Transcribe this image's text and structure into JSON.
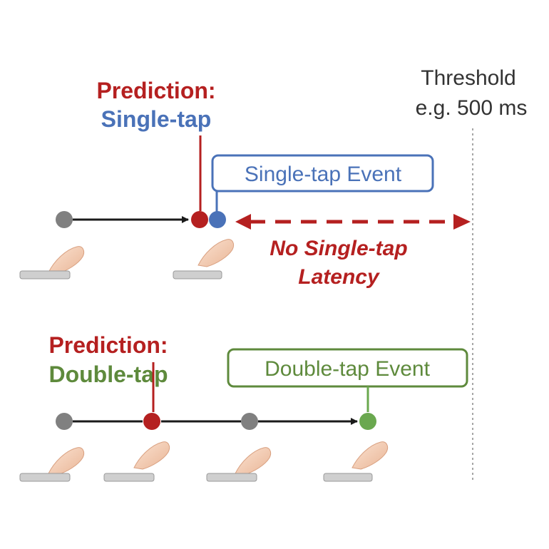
{
  "colors": {
    "red": "#b52020",
    "blue": "#4a72b8",
    "green": "#5e8a3c",
    "gray": "#808080",
    "black": "#1a1a1a",
    "green_dot": "#6aa84f"
  },
  "threshold": {
    "line1": "Threshold",
    "line2": "e.g. 500 ms"
  },
  "single": {
    "prediction_label": "Prediction:",
    "prediction_value": "Single-tap",
    "event_label": "Single-tap Event",
    "latency_line1": "No Single-tap",
    "latency_line2": "Latency"
  },
  "double": {
    "prediction_label": "Prediction:",
    "prediction_value": "Double-tap",
    "event_label": "Double-tap Event"
  }
}
